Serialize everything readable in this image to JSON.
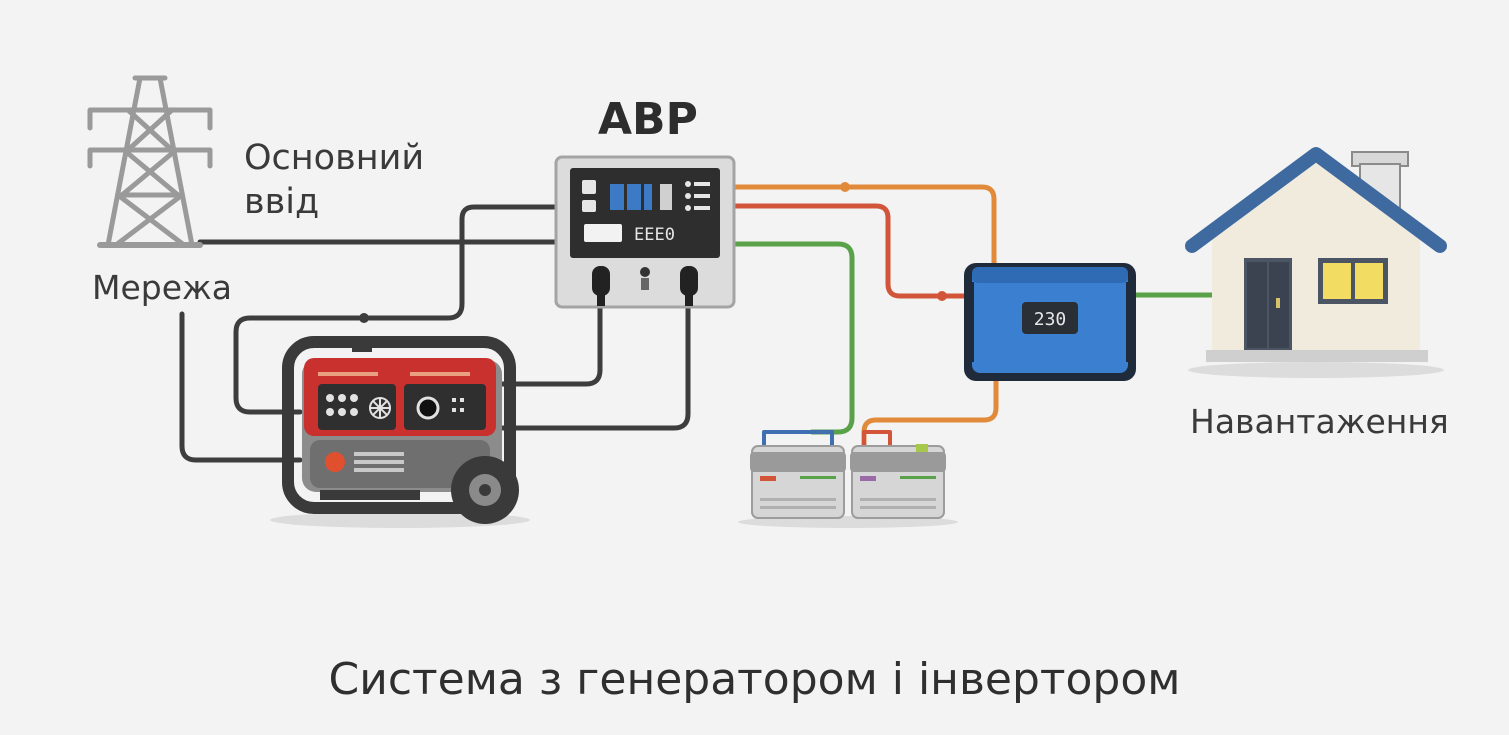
{
  "labels": {
    "mains_input_line1": "Основний",
    "mains_input_line2": "ввід",
    "grid": "Мережа",
    "ats": "АВР",
    "load": "Навантаження",
    "title": "Система з генератором і інвертором"
  },
  "ats_panel": {
    "display_text": "EEE0"
  },
  "inverter": {
    "display_value": "230"
  },
  "colors": {
    "wire_black": "#3d3d3d",
    "wire_orange": "#e08a3a",
    "wire_red": "#d2553a",
    "wire_green": "#5aa24a",
    "wire_blue": "#3f6fb0",
    "inverter_body": "#3a7fd0",
    "generator_red": "#c8312e",
    "house_roof": "#3f6aa0",
    "window_yellow": "#f2dc62"
  }
}
